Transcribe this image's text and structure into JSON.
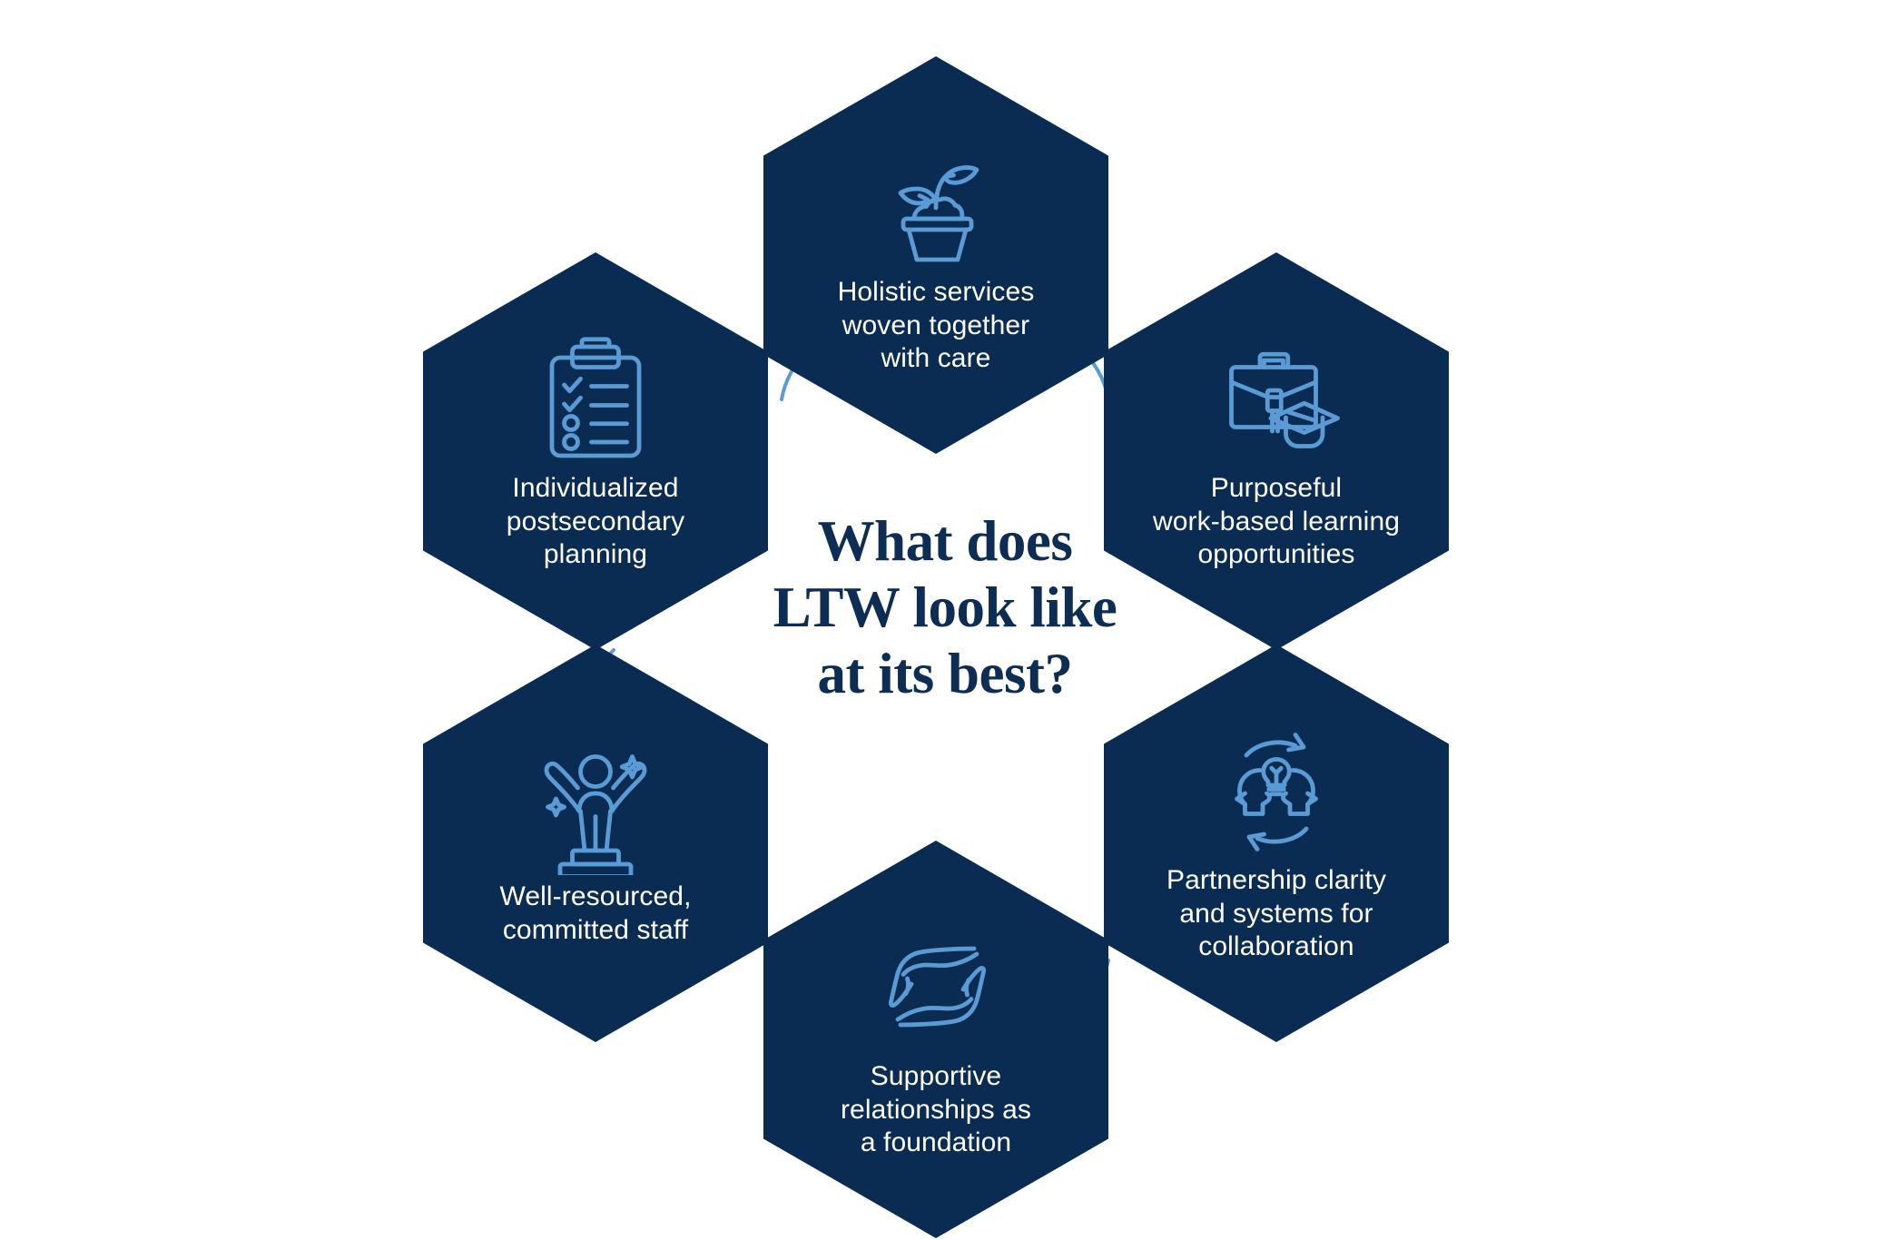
{
  "theme": {
    "background": "#ffffff",
    "hex_fill": "#0a2c52",
    "icon_stroke": "#5b9bd5",
    "label_color": "#ffffff",
    "title_color": "#0d2d55",
    "connector_color": "#5b9bd5"
  },
  "center": {
    "title": "What does\nLTW look like\nat its best?"
  },
  "nodes": [
    {
      "id": "holistic",
      "icon": "potted-seedling-icon",
      "label": "Holistic services\nwoven together\nwith care"
    },
    {
      "id": "workbased",
      "icon": "briefcase-graduation-cap-icon",
      "label": "Purposeful\nwork-based learning\nopportunities"
    },
    {
      "id": "partnership",
      "icon": "two-heads-lightbulb-icon",
      "label": "Partnership clarity\nand systems for\ncollaboration"
    },
    {
      "id": "supportive",
      "icon": "cupped-hands-icon",
      "label": "Supportive\nrelationships as\na foundation"
    },
    {
      "id": "wellresourced",
      "icon": "person-on-pedestal-icon",
      "label": "Well-resourced,\ncommitted staff"
    },
    {
      "id": "individualized",
      "icon": "clipboard-checklist-icon",
      "label": "Individualized\npostsecondary\nplanning"
    }
  ]
}
